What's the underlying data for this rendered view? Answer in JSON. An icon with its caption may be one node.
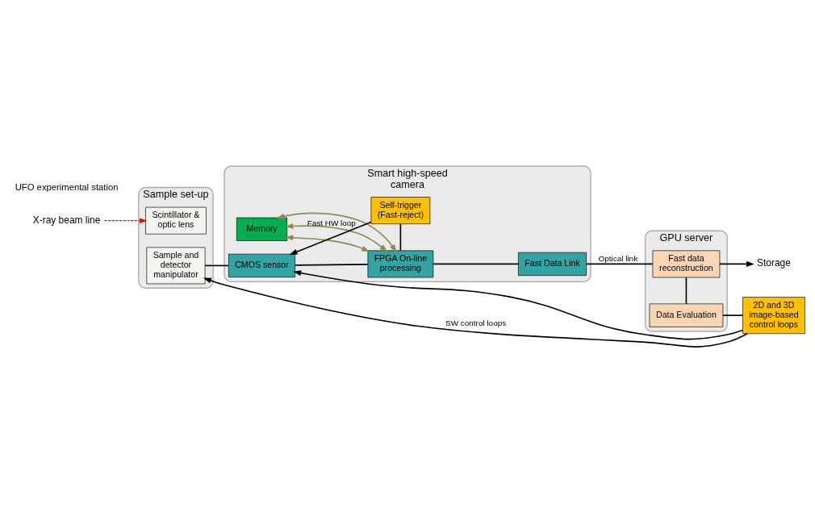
{
  "diagram": {
    "nodes": [
      {
        "text": [
          "X-ray beam line"
        ]
      },
      {
        "text": [
          "Sample set-up"
        ]
      },
      {
        "text": [
          "Scintillator & optic lens"
        ],
        "in": 1
      },
      {
        "text": [
          "Sample and detector manipulator"
        ],
        "in": 1
      },
      {
        "text": [
          "Smart high-speed camera"
        ]
      },
      {
        "text": [
          "Memory"
        ],
        "in": 4
      },
      {
        "text": [
          "CMOS sensor"
        ],
        "in": 4
      },
      {
        "text": [
          "FPGA On-line processing"
        ],
        "in": 4
      },
      {
        "text": [
          "Fast Data Link"
        ],
        "in": 4
      },
      {
        "text": [
          "Self-trigger (Fast-reject)"
        ],
        "in": 4
      },
      {
        "text": [
          "GPU server"
        ]
      },
      {
        "text": [
          "Fast data reconstruction"
        ],
        "in": 10
      },
      {
        "text": [
          "Data Evaluation"
        ],
        "in": 10
      },
      {
        "text": [
          "2D and 3D image-based control loops"
        ]
      },
      {
        "text": [
          "Storage"
        ]
      }
    ],
    "edges": [
      {
        "from": 0,
        "to": 2,
        "arrow": "to",
        "style": "dashed",
        "color": "#ff0000"
      },
      {
        "from": 3,
        "to": 6,
        "arrow": "none"
      },
      {
        "from": 6,
        "to": 7,
        "arrow": "none"
      },
      {
        "from": 7,
        "to": 8,
        "arrow": "none"
      },
      {
        "from": 8,
        "to": 11,
        "arrow": "none",
        "label": "Optical link"
      },
      {
        "from": 11,
        "to": 14,
        "arrow": "to"
      },
      {
        "from": 5,
        "to": 7,
        "arrow": "both",
        "color": "#938953"
      },
      {
        "from": 5,
        "to": 7,
        "arrow": "both",
        "color": "#938953"
      },
      {
        "from": 5,
        "to": 7,
        "arrow": "both",
        "color": "#938953"
      },
      {
        "from": 7,
        "to": 9,
        "arrow": "none"
      },
      {
        "from": 9,
        "to": 6,
        "arrow": "to",
        "label": "Fast HW loop"
      },
      {
        "from": 11,
        "to": 12,
        "arrow": "none"
      },
      {
        "from": 12,
        "to": 13,
        "arrow": "none"
      },
      {
        "from": 13,
        "to": 6,
        "arrow": "to"
      },
      {
        "from": 13,
        "to": 3,
        "arrow": "to",
        "label": "SW control loops"
      }
    ],
    "labels": [
      "UFO experimental station"
    ]
  }
}
